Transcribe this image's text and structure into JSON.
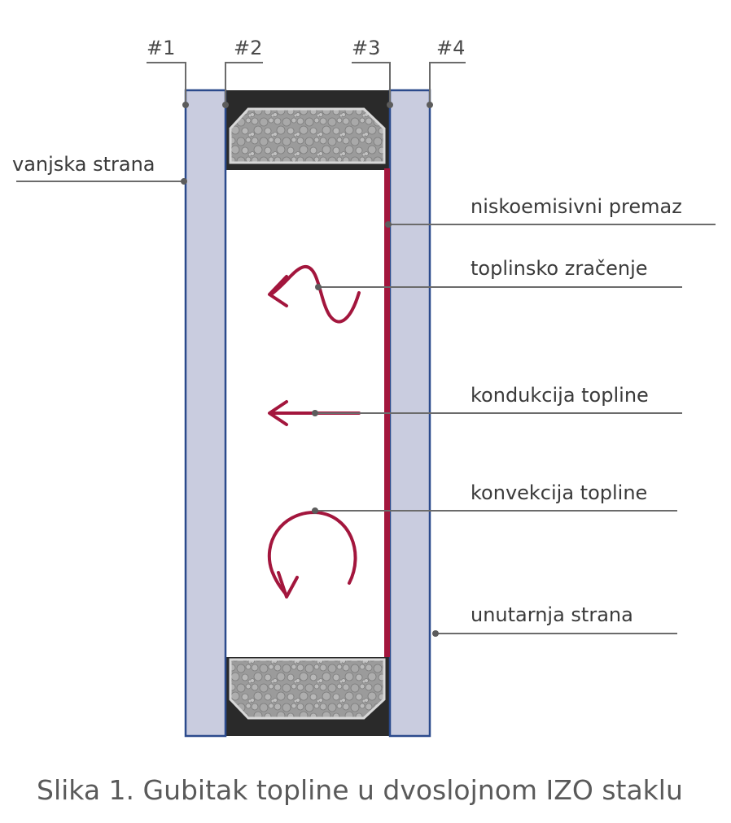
{
  "surfaces": [
    "#1",
    "#2",
    "#3",
    "#4"
  ],
  "labels": {
    "outer_side": "vanjska strana",
    "low_e_coating": "niskoemisivni premaz",
    "thermal_radiation": "toplinsko zračenje",
    "heat_conduction": "kondukcija topline",
    "heat_convection": "konvekcija topline",
    "inner_side": "unutarnja strana"
  },
  "caption": "Slika 1. Gubitak topline u dvoslojnom IZO staklu",
  "colors": {
    "glass_fill": "#c9ccdf",
    "glass_border": "#2b4a8c",
    "spacer_frame": "#2a2a2a",
    "desiccant": "#9a9a9a",
    "coating_and_arrows": "#a3163d",
    "leader_lines": "#6b6b6b"
  },
  "icons": [
    "wave-radiation-arrow-icon",
    "straight-conduction-arrow-icon",
    "circular-convection-arrow-icon"
  ]
}
